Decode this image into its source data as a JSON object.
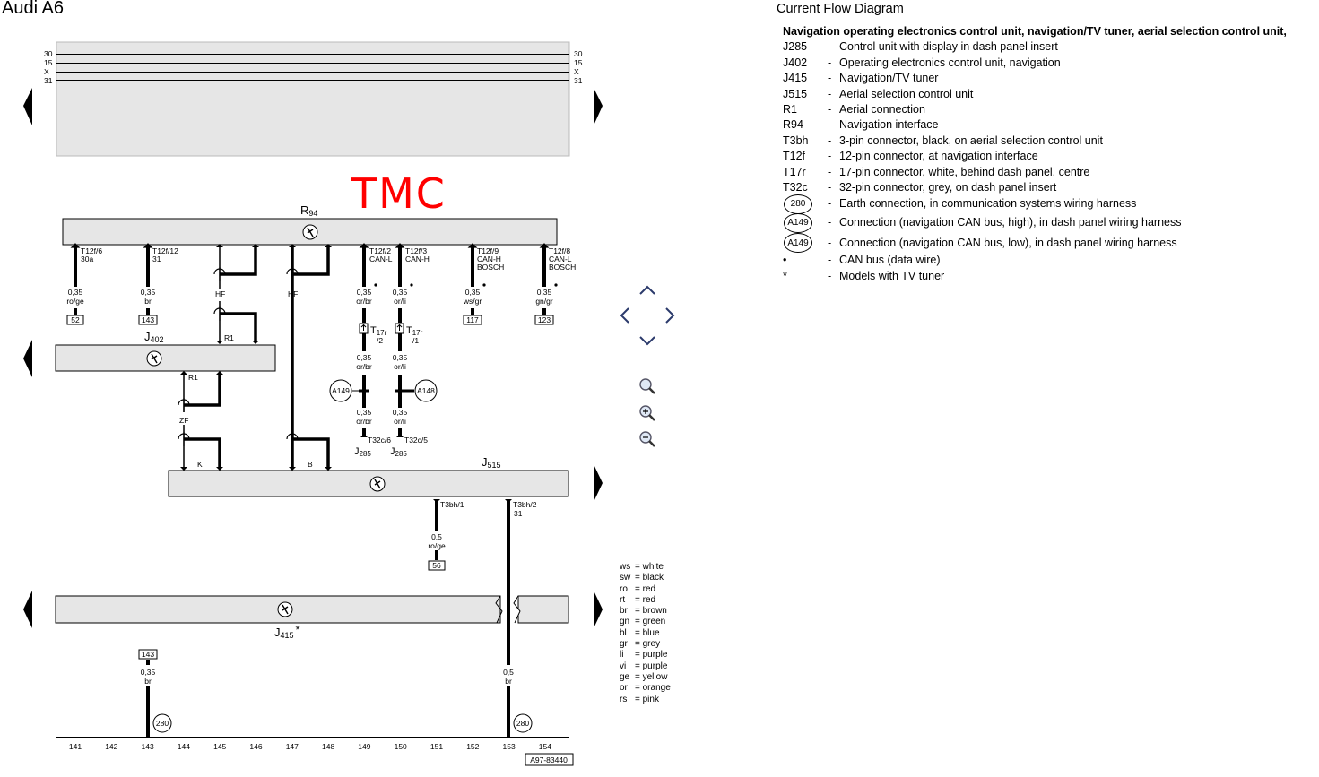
{
  "header": {
    "title": "Audi A6",
    "diagram_type": "Current Flow Diagram"
  },
  "legend": {
    "title": "Navigation operating electronics control unit, navigation/TV tuner, aerial selection control unit,",
    "items": [
      {
        "code": "J285",
        "desc": "Control unit with display in dash panel insert"
      },
      {
        "code": "J402",
        "desc": "Operating electronics control unit, navigation"
      },
      {
        "code": "J415",
        "desc": "Navigation/TV tuner"
      },
      {
        "code": "J515",
        "desc": "Aerial selection control unit"
      },
      {
        "code": "R1",
        "desc": "Aerial connection"
      },
      {
        "code": "R94",
        "desc": "Navigation interface"
      },
      {
        "code": "T3bh",
        "desc": "3-pin connector, black, on aerial selection control unit"
      },
      {
        "code": "T12f",
        "desc": "12-pin connector, at navigation interface"
      },
      {
        "code": "T17r",
        "desc": "17-pin connector, white, behind dash panel, centre"
      },
      {
        "code": "T32c",
        "desc": "32-pin connector, grey, on dash panel insert"
      },
      {
        "code": "280",
        "desc": "Earth connection, in communication systems wiring harness"
      },
      {
        "code": "A149",
        "desc": "Connection (navigation CAN bus, high), in dash panel wiring harness"
      },
      {
        "code": "A149",
        "desc": "Connection (navigation CAN bus, low), in dash panel wiring harness"
      },
      {
        "code": "•",
        "desc": "CAN bus (data wire)"
      },
      {
        "code": "*",
        "desc": "Models with TV tuner"
      }
    ]
  },
  "color_codes": [
    {
      "abbr": "ws",
      "name": "white"
    },
    {
      "abbr": "sw",
      "name": "black"
    },
    {
      "abbr": "ro",
      "name": "red"
    },
    {
      "abbr": "rt",
      "name": "red"
    },
    {
      "abbr": "br",
      "name": "brown"
    },
    {
      "abbr": "gn",
      "name": "green"
    },
    {
      "abbr": "bl",
      "name": "blue"
    },
    {
      "abbr": "gr",
      "name": "grey"
    },
    {
      "abbr": "li",
      "name": "purple"
    },
    {
      "abbr": "vi",
      "name": "purple"
    },
    {
      "abbr": "ge",
      "name": "yellow"
    },
    {
      "abbr": "or",
      "name": "orange"
    },
    {
      "abbr": "rs",
      "name": "pink"
    }
  ],
  "annotation": {
    "text": "TMC",
    "color": "#ff0000"
  },
  "bus_labels": {
    "l30": "30",
    "l15": "15",
    "lx": "X",
    "l31": "31"
  },
  "components": {
    "R94": {
      "main": "R",
      "sub": "94"
    },
    "J402": {
      "main": "J",
      "sub": "402"
    },
    "J515": {
      "main": "J",
      "sub": "515"
    },
    "J415": {
      "main": "J",
      "sub": "415",
      "suffix": "*"
    }
  },
  "pins": {
    "p1": {
      "l1": "T12f/6",
      "l2": "30a"
    },
    "p2": {
      "l1": "T12f/12",
      "l2": "31"
    },
    "p3": {
      "l1": "T12f/2",
      "l2": "CAN-L"
    },
    "p4": {
      "l1": "T12f/3",
      "l2": "CAN-H"
    },
    "p5": {
      "l1": "T12f/9",
      "l2": "CAN-H",
      "l3": "BOSCH"
    },
    "p6": {
      "l1": "T12f/8",
      "l2": "CAN-L",
      "l3": "BOSCH"
    },
    "t3bh1": "T3bh/1",
    "t3bh2": {
      "l1": "T3bh/2",
      "l2": "31"
    },
    "t32c6": "T32c/6",
    "t32c5": "T32c/5"
  },
  "wires": {
    "w1": {
      "size": "0,35",
      "color": "ro/ge",
      "ref": "52"
    },
    "w2": {
      "size": "0,35",
      "color": "br",
      "ref": "143"
    },
    "w3": {
      "size": "0,35",
      "color": "or/br"
    },
    "w4": {
      "size": "0,35",
      "color": "or/li"
    },
    "w5": {
      "size": "0,35",
      "color": "ws/gr",
      "ref": "117"
    },
    "w6": {
      "size": "0,35",
      "color": "gn/gr",
      "ref": "123"
    },
    "w3b": {
      "size": "0,35",
      "color": "or/br"
    },
    "w4b": {
      "size": "0,35",
      "color": "or/li"
    },
    "w3c": {
      "size": "0,35",
      "color": "or/br"
    },
    "w4c": {
      "size": "0,35",
      "color": "or/li"
    },
    "w56": {
      "size": "0,5",
      "color": "ro/ge",
      "ref": "56"
    },
    "w143b": {
      "size": "0,35",
      "color": "br",
      "ref": "143"
    },
    "w153": {
      "size": "0,5",
      "color": "br"
    }
  },
  "connectors": {
    "t17r_a": {
      "main": "T",
      "sub": "17r",
      "pin": "/2"
    },
    "t17r_b": {
      "main": "T",
      "sub": "17r",
      "pin": "/1"
    },
    "a149": "A149",
    "a148": "A148",
    "e280a": "280",
    "e280b": "280"
  },
  "antenna_labels": {
    "hf1": "HF",
    "hf2": "HF",
    "r1a": "R1",
    "r1b": "R1",
    "zf": "ZF",
    "k": "K",
    "b": "B"
  },
  "j285_labels": {
    "a": {
      "main": "J",
      "sub": "285"
    },
    "b": {
      "main": "J",
      "sub": "285"
    }
  },
  "track_numbers": [
    "141",
    "142",
    "143",
    "144",
    "145",
    "146",
    "147",
    "148",
    "149",
    "150",
    "151",
    "152",
    "153",
    "154"
  ],
  "diagram_id": "A97-83440"
}
